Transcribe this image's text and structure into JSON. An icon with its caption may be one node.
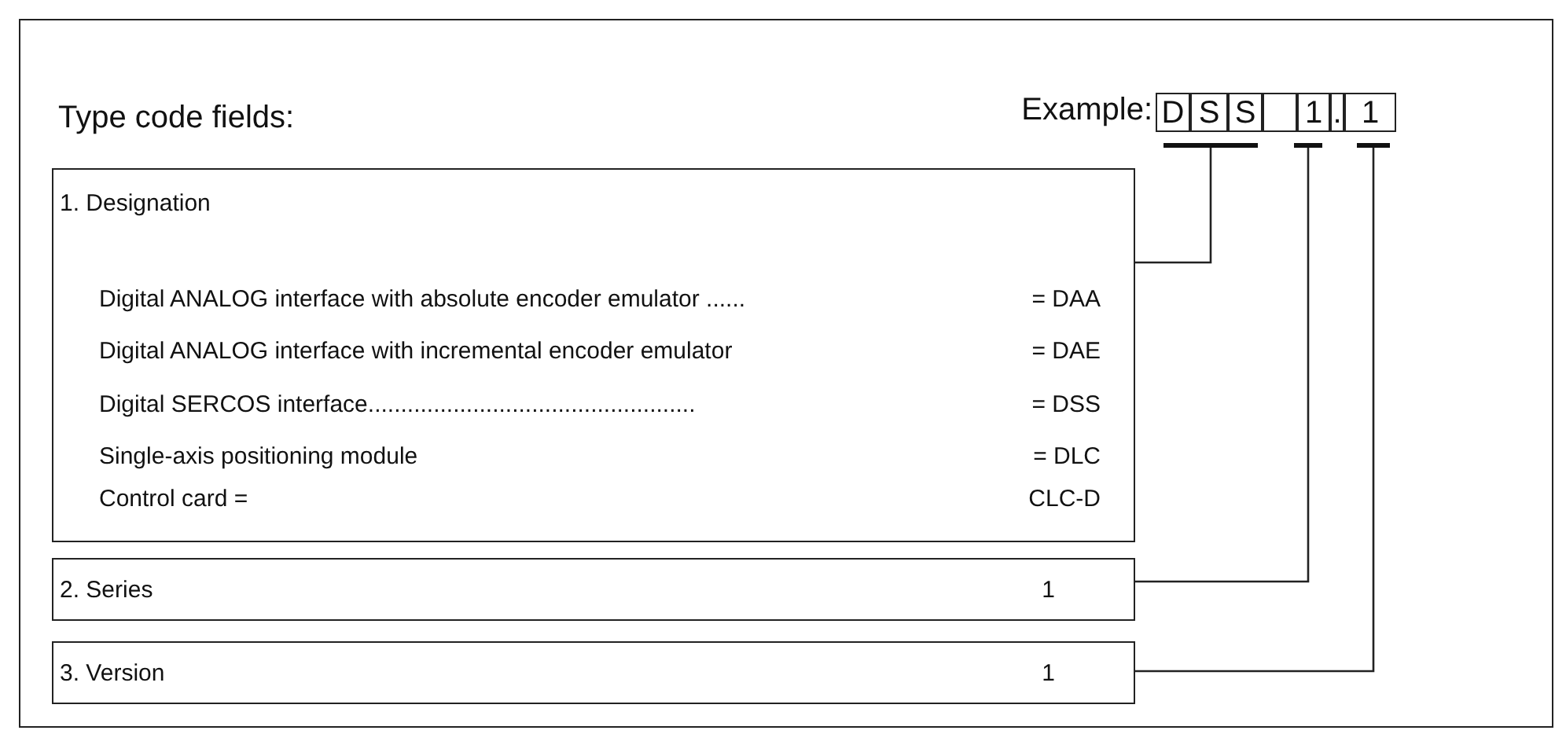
{
  "diagram": {
    "title": "Type code fields:",
    "nodes": [
      {
        "text": [
          "Example:"
        ]
      },
      {
        "text": [
          "D"
        ],
        "in": 0
      },
      {
        "text": [
          "S"
        ],
        "in": 0
      },
      {
        "text": [
          "S"
        ],
        "in": 0
      },
      {
        "text": [],
        "shape": "box",
        "in": 0
      },
      {
        "text": [
          "1"
        ],
        "in": 0
      },
      {
        "text": [
          "."
        ],
        "in": 0
      },
      {
        "text": [
          "1"
        ],
        "in": 0
      },
      {
        "text": [],
        "shape": "bar"
      },
      {
        "text": [],
        "shape": "bar"
      },
      {
        "text": [],
        "shape": "bar"
      },
      {
        "text": [
          "1. Designation",
          "Digital ANALOG interface with absolute encoder emulator ......",
          "= DAA",
          "Digital ANALOG interface with incremental encoder emulator",
          "= DAE",
          "Digital SERCOS interface..................................................",
          "= DSS",
          "Single-axis positioning module",
          "= DLC",
          "Control card =",
          "CLC-D"
        ]
      },
      {
        "text": [
          "2. Series",
          "1"
        ]
      },
      {
        "text": [
          "3. Version",
          "1"
        ]
      }
    ],
    "edges": [
      {
        "from": 8,
        "to": 11,
        "arrow": "none"
      },
      {
        "from": 9,
        "to": 12,
        "arrow": "none"
      },
      {
        "from": 10,
        "to": 13,
        "arrow": "none"
      }
    ]
  }
}
